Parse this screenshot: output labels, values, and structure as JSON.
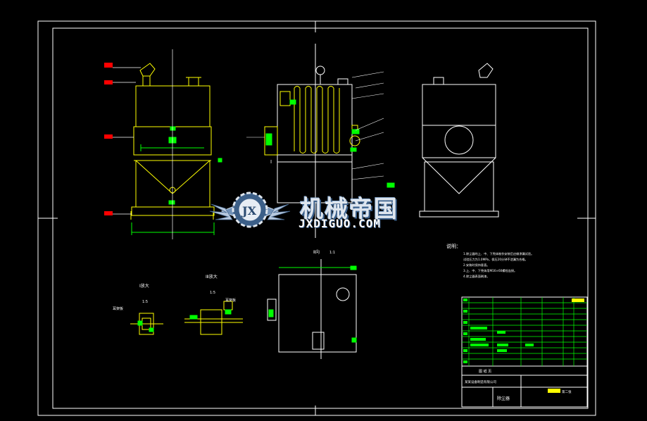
{
  "drawing": {
    "section_label_main": "Ⅰ",
    "view_bottom_title": "Ⅱ向",
    "view_bottom_sub": "1:1",
    "detail_one": {
      "title": "Ⅰ放大",
      "scale": "1:5"
    },
    "detail_two": {
      "title": "ⅠⅡ放大",
      "scale": "1:5"
    },
    "tag_small": "耳架板",
    "tag_small2": "耳架板",
    "notes_title": "说明：",
    "notes": [
      "1.除尘器的上、中、下壳体制作安装后应做渗漏试验。",
      "  试验压力为1.0MPa，保压20分钟不泄漏为合格。",
      "2.安装时保持垂直。",
      "3.上、中、下壳体用M16×60螺栓连接。",
      "4.除尘器表面刷漆。"
    ],
    "title_block": {
      "company": "某某设备制造有限公司",
      "drawing_name": "除尘器",
      "section_header": "图  纸  页",
      "sheet_label": "第二张"
    }
  },
  "watermark": {
    "chinese": "机械帝国",
    "english": "JXDIGUO.COM",
    "logo_letters": "JX"
  },
  "colors": {
    "background": "#000000",
    "frame": "#ffffff",
    "object": "#ffff00",
    "dimension": "#00ff00",
    "label": "#ff0000",
    "hidden": "#00ffff"
  }
}
